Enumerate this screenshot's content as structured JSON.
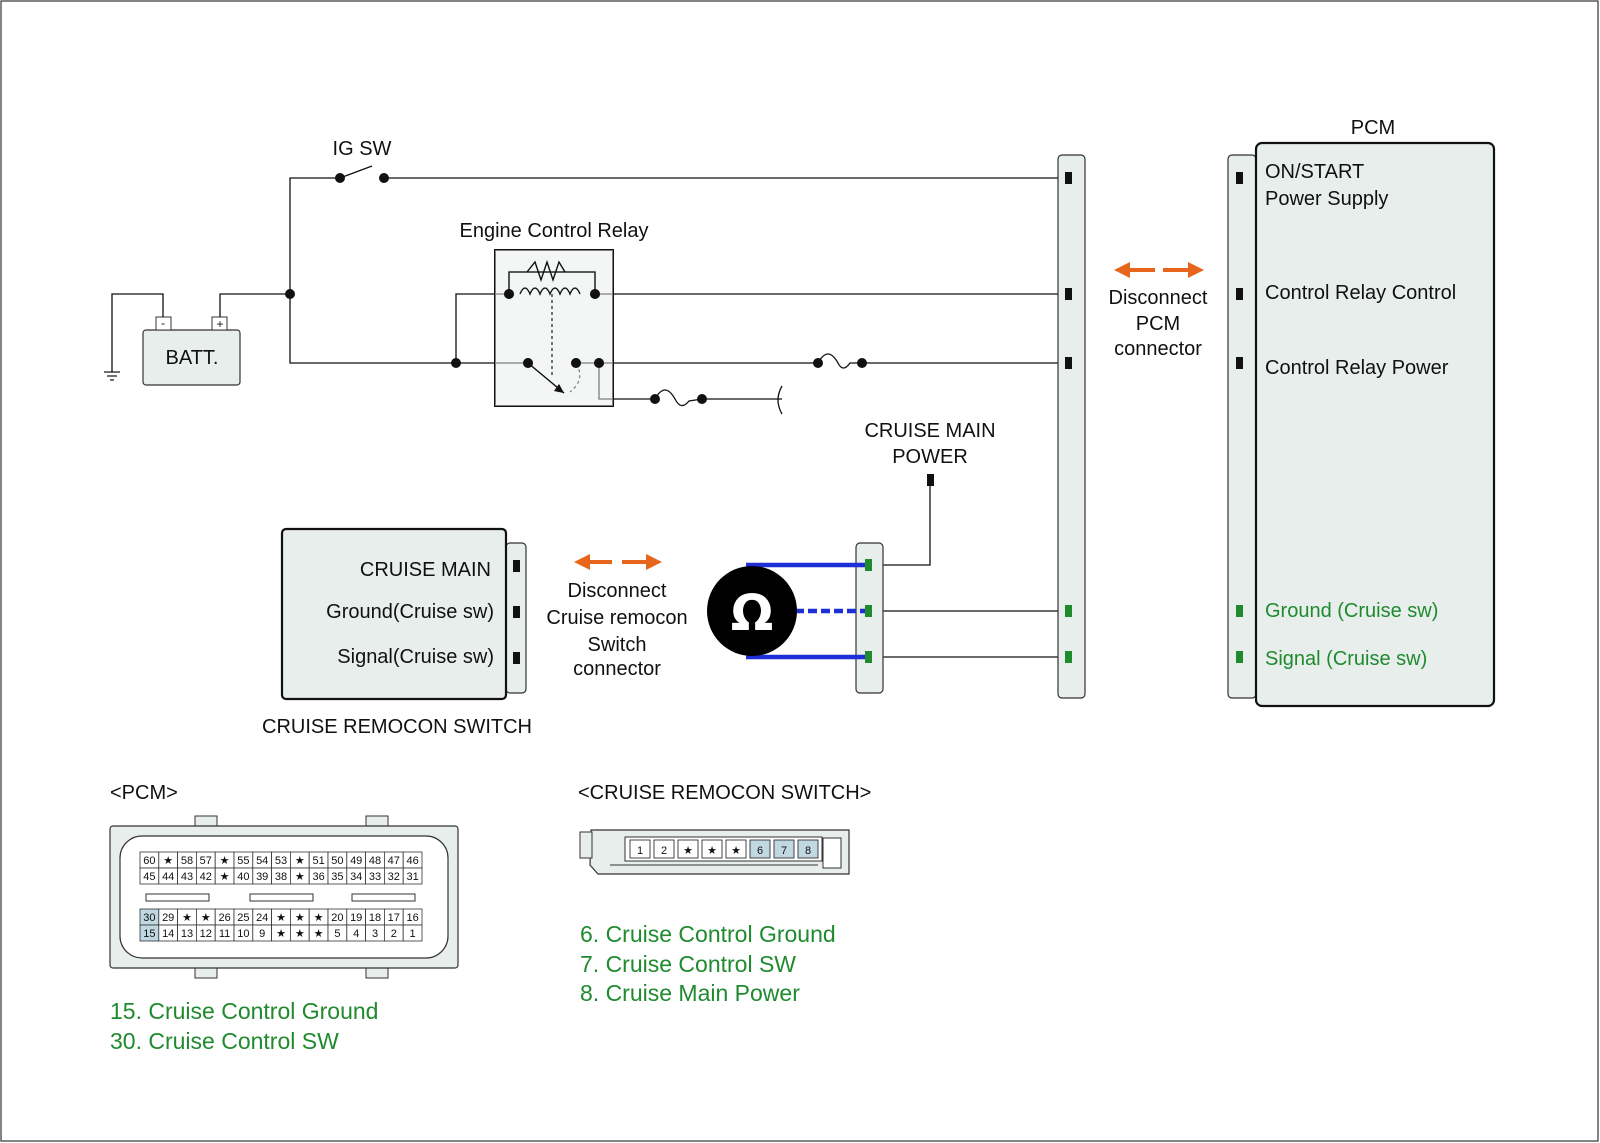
{
  "labels": {
    "ig_sw": "IG SW",
    "batt": "BATT.",
    "batt_minus": "-",
    "batt_plus": "+",
    "engine_control_relay": "Engine Control Relay",
    "pcm_title": "PCM",
    "pcm_on_start_1": "ON/START",
    "pcm_on_start_2": "Power Supply",
    "pcm_control_relay_control": "Control Relay Control",
    "pcm_control_relay_power": "Control Relay Power",
    "pcm_ground": "Ground (Cruise sw)",
    "pcm_signal": "Signal (Cruise sw)",
    "disconnect_pcm_1": "Disconnect",
    "disconnect_pcm_2": "PCM",
    "disconnect_pcm_3": "connector",
    "cruise_main_power_1": "CRUISE MAIN",
    "cruise_main_power_2": "POWER",
    "sw_cruise_main": "CRUISE MAIN",
    "sw_ground": "Ground(Cruise sw)",
    "sw_signal": "Signal(Cruise sw)",
    "disconnect_sw_1": "Disconnect",
    "disconnect_sw_2": "Cruise remocon",
    "disconnect_sw_3": "Switch",
    "disconnect_sw_4": "connector",
    "cruise_remocon_switch": "CRUISE REMOCON SWITCH",
    "ohm": "Ω"
  },
  "connectors": {
    "pcm_title": "<PCM>",
    "pcm_rows": [
      [
        "60",
        "★",
        "58",
        "57",
        "★",
        "55",
        "54",
        "53",
        "★",
        "51",
        "50",
        "49",
        "48",
        "47",
        "46"
      ],
      [
        "45",
        "44",
        "43",
        "42",
        "★",
        "40",
        "39",
        "38",
        "★",
        "36",
        "35",
        "34",
        "33",
        "32",
        "31"
      ],
      [
        "30",
        "29",
        "★",
        "★",
        "26",
        "25",
        "24",
        "★",
        "★",
        "★",
        "20",
        "19",
        "18",
        "17",
        "16"
      ],
      [
        "15",
        "14",
        "13",
        "12",
        "11",
        "10",
        "9",
        "★",
        "★",
        "★",
        "5",
        "4",
        "3",
        "2",
        "1"
      ]
    ],
    "pcm_highlight": [
      "15",
      "30"
    ],
    "pcm_legend": [
      "15. Cruise Control Ground",
      "30. Cruise Control SW"
    ],
    "switch_title": "<CRUISE REMOCON SWITCH>",
    "switch_pins": [
      "1",
      "2",
      "★",
      "★",
      "★",
      "6",
      "7",
      "8"
    ],
    "switch_highlight": [
      "6",
      "7",
      "8"
    ],
    "switch_legend": [
      "6. Cruise Control Ground",
      "7. Cruise Control SW",
      "8. Cruise Main Power"
    ]
  },
  "colors": {
    "wire": "#111111",
    "probe_wire": "#1e2fd6",
    "arrow": "#e8661c",
    "connector_fill": "#e8eeec",
    "pin_green": "#1f8a2e",
    "pin_highlight": "#bfd8e2",
    "legend_text": "#1f8a2e",
    "meter": "#000000"
  },
  "icons": {
    "meter": "ohmmeter-icon",
    "arrow": "double-arrow-icon"
  }
}
